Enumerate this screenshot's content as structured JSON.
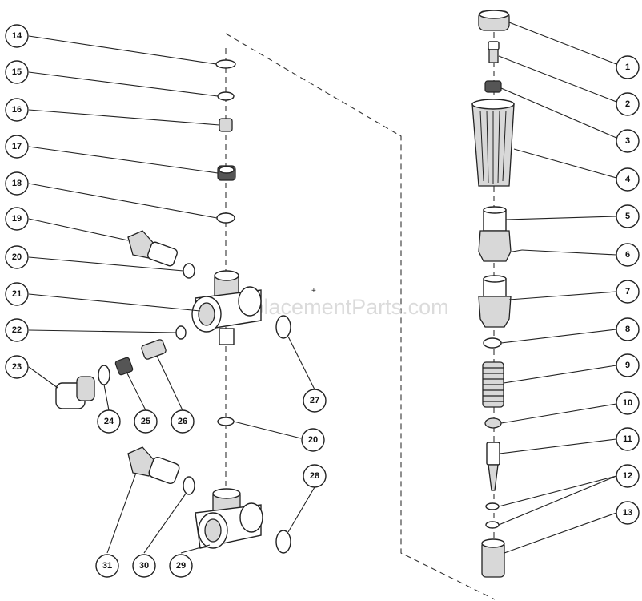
{
  "watermark": "eReplacementParts.com",
  "callouts": [
    "1",
    "2",
    "3",
    "4",
    "5",
    "6",
    "7",
    "8",
    "9",
    "10",
    "11",
    "12",
    "13",
    "14",
    "15",
    "16",
    "17",
    "18",
    "19",
    "20",
    "21",
    "22",
    "23",
    "24",
    "25",
    "26",
    "27",
    "20",
    "28",
    "29",
    "30",
    "31"
  ]
}
